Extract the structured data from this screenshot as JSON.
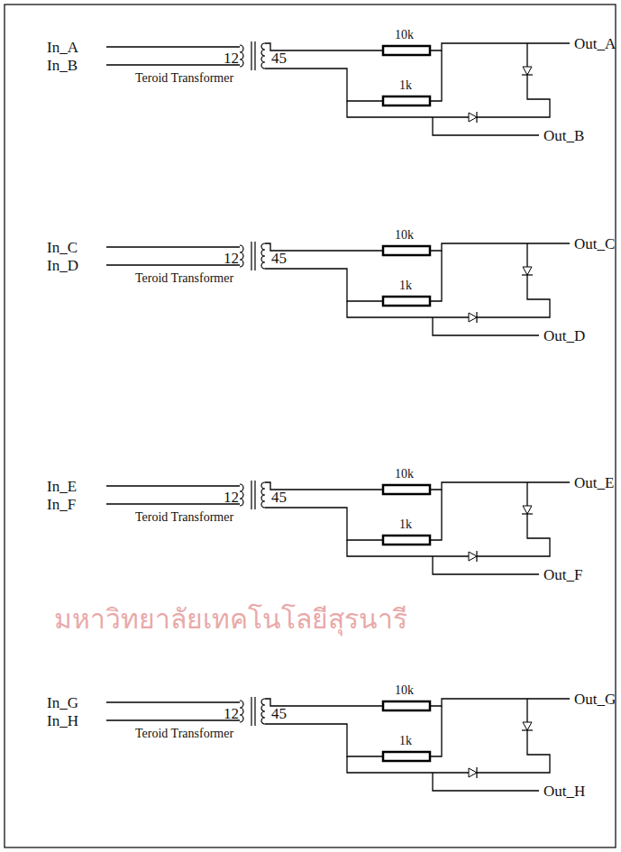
{
  "diagram": {
    "labels": [
      "In_A",
      "In_B",
      "12",
      "45",
      "Teroid Transformer",
      "10k",
      "1k",
      "Out_A",
      "Out_B",
      "In_C",
      "In_D",
      "12",
      "45",
      "Teroid Transformer",
      "10k",
      "1k",
      "Out_C",
      "Out_D",
      "In_E",
      "In_F",
      "12",
      "45",
      "Teroid Transformer",
      "10k",
      "1k",
      "Out_E",
      "Out_F",
      "In_G",
      "In_H",
      "12",
      "45",
      "Teroid Transformer",
      "10k",
      "1k",
      "Out_G",
      "Out_H",
      "มหาวิทยาลัยเทคโนโลยีสุรนารี"
    ]
  }
}
